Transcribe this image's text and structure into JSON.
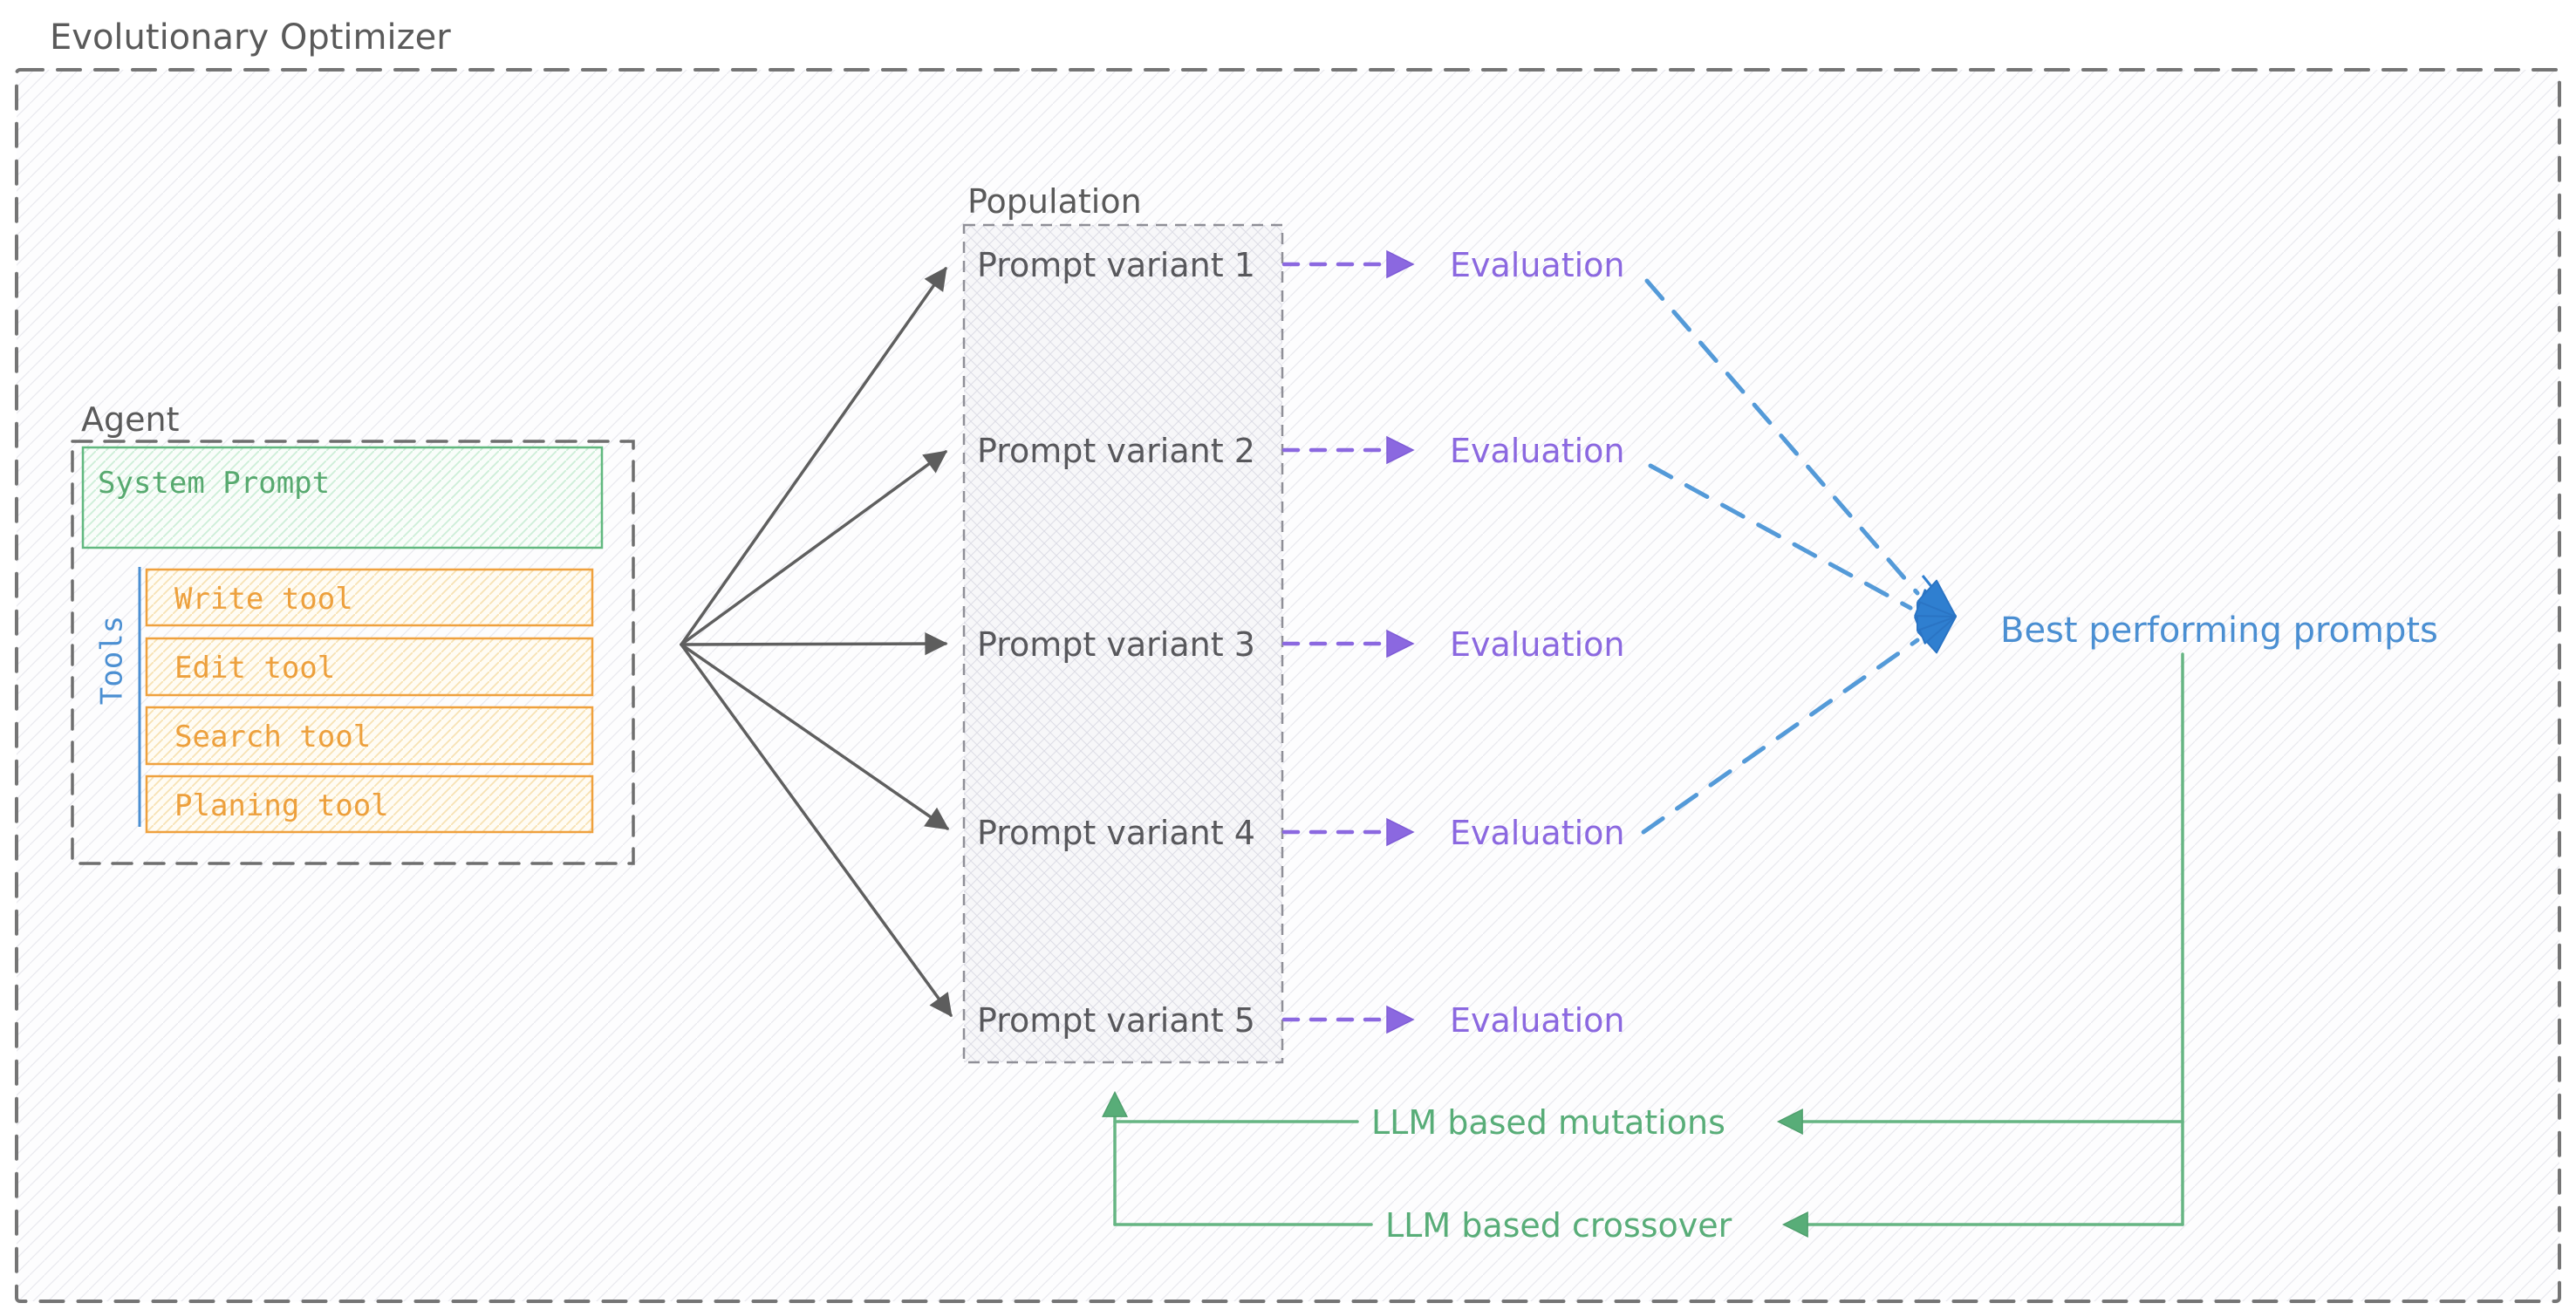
{
  "diagram": {
    "title": "Evolutionary Optimizer",
    "agent": {
      "label": "Agent",
      "system_prompt": "System Prompt",
      "tools_label": "Tools",
      "tools": [
        "Write tool",
        "Edit tool",
        "Search tool",
        "Planing tool"
      ]
    },
    "population": {
      "label": "Population",
      "variants": [
        "Prompt variant 1",
        "Prompt variant 2",
        "Prompt variant 3",
        "Prompt variant 4",
        "Prompt variant 5"
      ]
    },
    "evaluations": [
      "Evaluation",
      "Evaluation",
      "Evaluation",
      "Evaluation",
      "Evaluation"
    ],
    "best_label": "Best performing prompts",
    "feedback": {
      "mutations": "LLM based mutations",
      "crossover": "LLM based crossover"
    },
    "colors": {
      "stroke_gray": "#5d5d5d",
      "border_gray": "#757575",
      "green": "#58ad78",
      "orange": "#efa13e",
      "blue": "#4b8fd2",
      "blue_dark": "#2f7fd0",
      "purple": "#8b68e0"
    }
  }
}
